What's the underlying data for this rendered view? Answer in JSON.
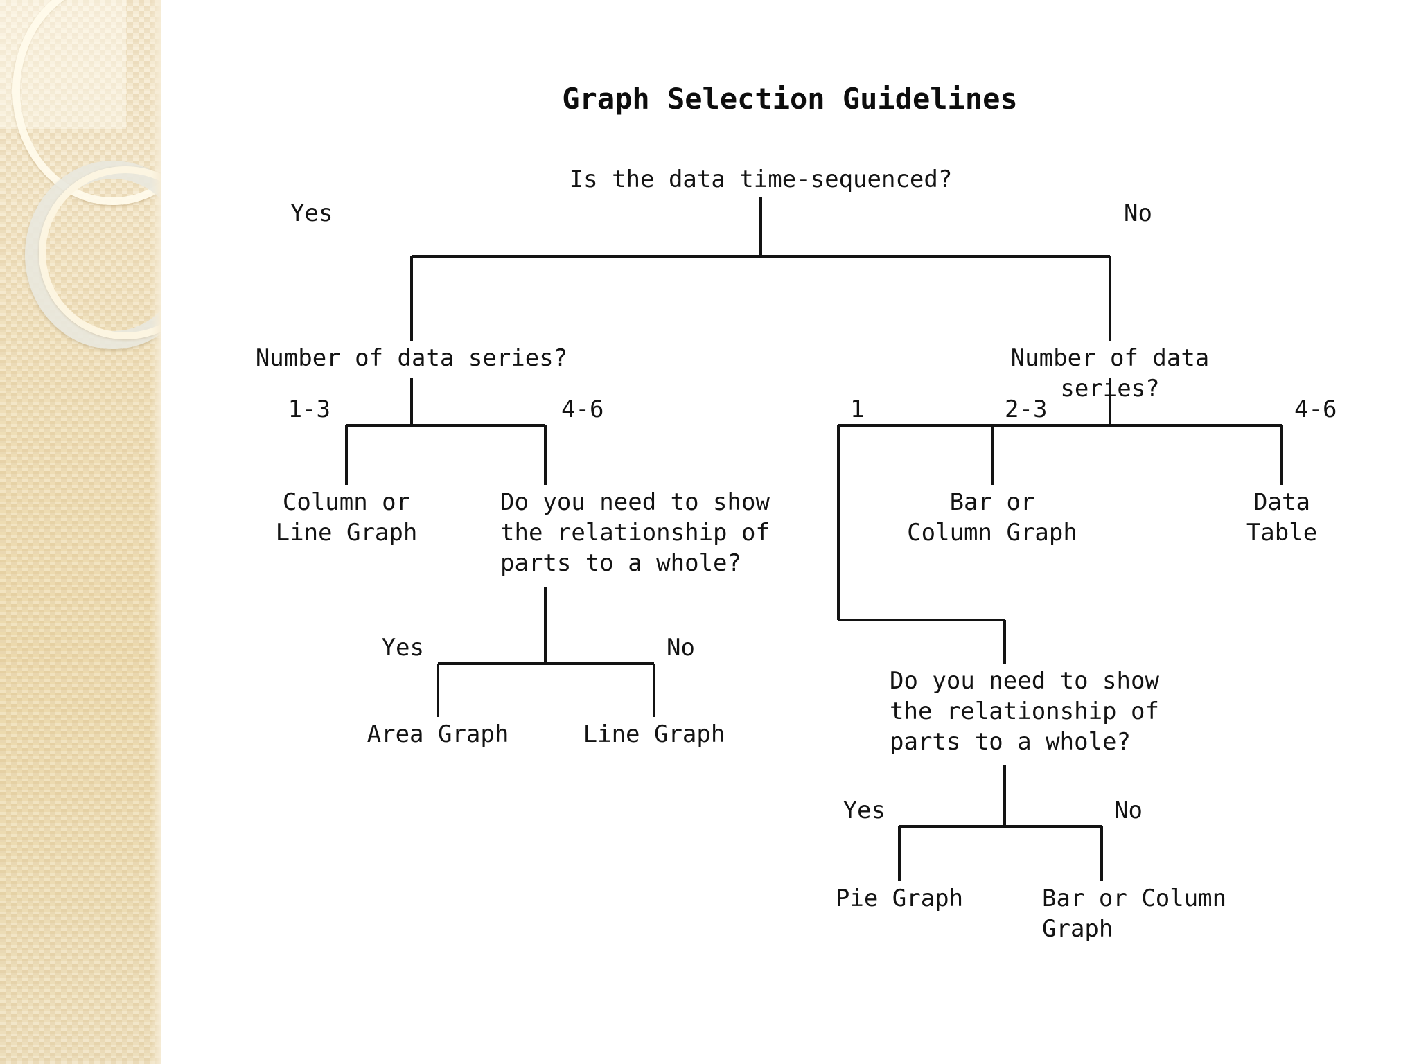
{
  "slide": {
    "title": "Graph Selection Guidelines",
    "background_color": "#ffffff",
    "sidebar_colors": {
      "light": "#f6ecd6",
      "mid": "#eeddb5",
      "dark": "#ecd9ac",
      "ring_cream": "#fdf6e2",
      "ring_grey": "#e9e8de"
    },
    "line_color": "#131313"
  },
  "chart_data": {
    "type": "tree",
    "title": "Graph Selection Guidelines",
    "root": "Is the data time-sequenced?",
    "nodes": [
      {
        "id": "root",
        "label": "Is the data time-sequenced?",
        "kind": "question"
      },
      {
        "id": "q_yes",
        "label": "Number of data series?",
        "kind": "question"
      },
      {
        "id": "q_no",
        "label": "Number of data series?",
        "kind": "question"
      },
      {
        "id": "col_line",
        "label": "Column or\nLine Graph",
        "kind": "leaf"
      },
      {
        "id": "q_parts_l",
        "label": "Do you need to show\nthe relationship of\nparts to a whole?",
        "kind": "question"
      },
      {
        "id": "area",
        "label": "Area Graph",
        "kind": "leaf"
      },
      {
        "id": "line",
        "label": "Line Graph",
        "kind": "leaf"
      },
      {
        "id": "q_parts_r",
        "label": "Do you need to show\nthe relationship of\nparts to a whole?",
        "kind": "question"
      },
      {
        "id": "bar_col",
        "label": "Bar or\nColumn Graph",
        "kind": "leaf"
      },
      {
        "id": "data_table",
        "label": "Data Table",
        "kind": "leaf"
      },
      {
        "id": "pie",
        "label": "Pie Graph",
        "kind": "leaf"
      },
      {
        "id": "bar_col2",
        "label": "Bar or Column\nGraph",
        "kind": "leaf"
      }
    ],
    "edges": [
      {
        "from": "root",
        "to": "q_yes",
        "label": "Yes"
      },
      {
        "from": "root",
        "to": "q_no",
        "label": "No"
      },
      {
        "from": "q_yes",
        "to": "col_line",
        "label": "1-3"
      },
      {
        "from": "q_yes",
        "to": "q_parts_l",
        "label": "4-6"
      },
      {
        "from": "q_parts_l",
        "to": "area",
        "label": "Yes"
      },
      {
        "from": "q_parts_l",
        "to": "line",
        "label": "No"
      },
      {
        "from": "q_no",
        "to": "q_parts_r",
        "label": "1"
      },
      {
        "from": "q_no",
        "to": "bar_col",
        "label": "2-3"
      },
      {
        "from": "q_no",
        "to": "data_table",
        "label": "4-6"
      },
      {
        "from": "q_parts_r",
        "to": "pie",
        "label": "Yes"
      },
      {
        "from": "q_parts_r",
        "to": "bar_col2",
        "label": "No"
      }
    ]
  },
  "diagram": {
    "root_question": "Is the data time-sequenced?",
    "branch_yes_label": "Yes",
    "branch_no_label": "No",
    "left": {
      "question": "Number of data series?",
      "label_1_3": "1-3",
      "label_4_6": "4-6",
      "leaf_column_line": "Column or\nLine Graph",
      "parts_question": "Do you need to show\nthe relationship of\nparts to a whole?",
      "parts_yes_label": "Yes",
      "parts_no_label": "No",
      "leaf_area": "Area Graph",
      "leaf_line": "Line Graph"
    },
    "right": {
      "question": "Number of data series?",
      "label_1": "1",
      "label_2_3": "2-3",
      "label_4_6": "4-6",
      "leaf_bar_column": "Bar or\nColumn Graph",
      "leaf_data_table": "Data Table",
      "parts_question": "Do you need to show\nthe relationship of\nparts to a whole?",
      "parts_yes_label": "Yes",
      "parts_no_label": "No",
      "leaf_pie": "Pie Graph",
      "leaf_bar_column2": "Bar or Column\nGraph"
    }
  }
}
